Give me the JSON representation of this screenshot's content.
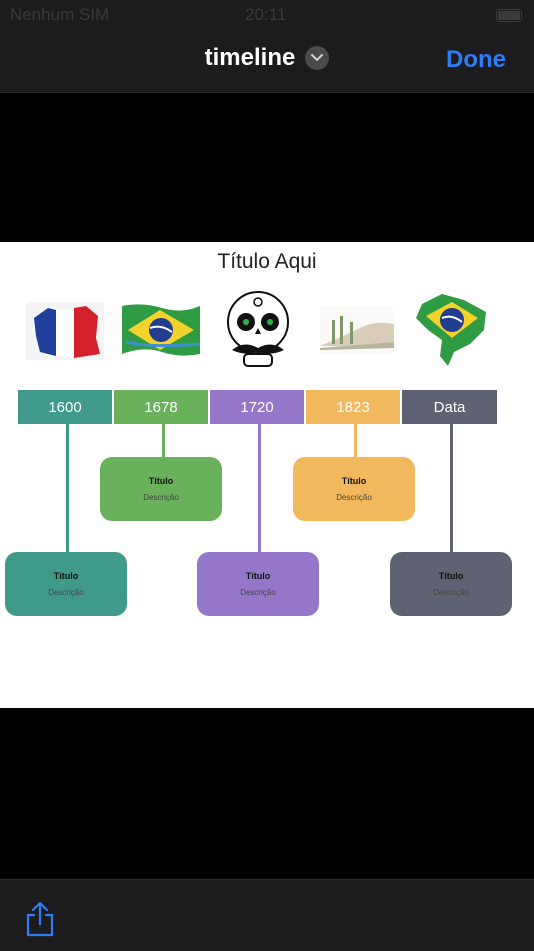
{
  "status_bar": {
    "carrier": "Nenhum SIM",
    "time": "20:11"
  },
  "nav": {
    "title": "timeline",
    "done_label": "Done"
  },
  "slide": {
    "title": "Título Aqui",
    "images": [
      "france-map-flag",
      "brazil-flag-waving",
      "sugar-skull",
      "landscape-illustration",
      "brazil-map-flag"
    ],
    "events": [
      {
        "year": "1600",
        "title": "Título",
        "description": "Descrição",
        "color": "#3f9a8a"
      },
      {
        "year": "1678",
        "title": "Título",
        "description": "Descrição",
        "color": "#6ab15b"
      },
      {
        "year": "1720",
        "title": "Título",
        "description": "Descrição",
        "color": "#9577c9"
      },
      {
        "year": "1823",
        "title": "Título",
        "description": "Descrição",
        "color": "#f2b85e"
      },
      {
        "year": "Data",
        "title": "Título",
        "description": "Descrição",
        "color": "#5f6273"
      }
    ]
  },
  "toolbar": {
    "share_icon": "share-icon"
  }
}
